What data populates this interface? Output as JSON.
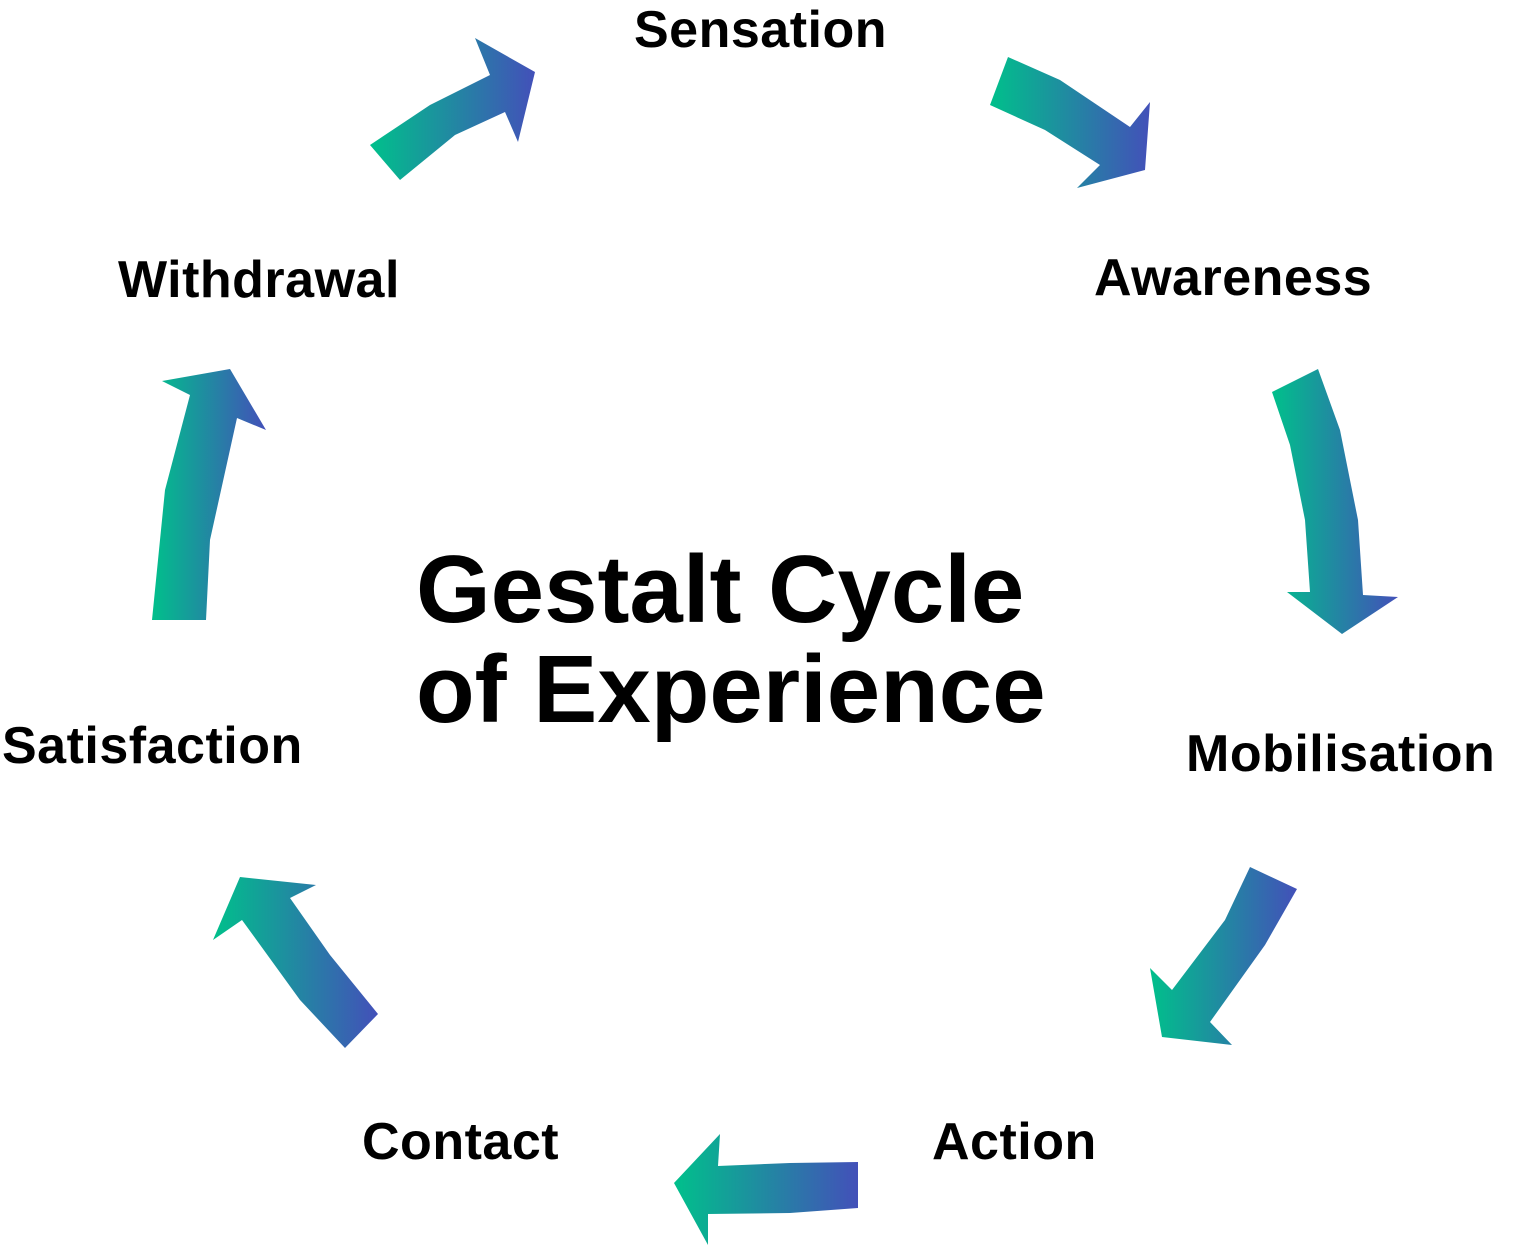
{
  "title_line1": "Gestalt Cycle",
  "title_line2": "of Experience",
  "stages": [
    "Sensation",
    "Awareness",
    "Mobilisation",
    "Action",
    "Contact",
    "Satisfaction",
    "Withdrawal"
  ],
  "colors": {
    "arrow_start": "#00C08B",
    "arrow_end": "#4350B9",
    "text": "#000000"
  }
}
